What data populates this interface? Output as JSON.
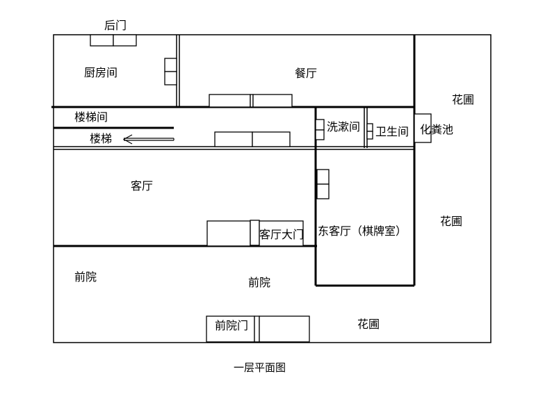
{
  "rooms": {
    "back_door": "后门",
    "kitchen": "厨房间",
    "dining": "餐厅",
    "garden_ne": "花圃",
    "stairwell": "楼梯间",
    "stairs": "楼梯",
    "washroom": "洗漱间",
    "toilet": "卫生间",
    "septic": "化粪池",
    "living": "客厅",
    "garden_e": "花圃",
    "living_door": "客厅大门",
    "east_living": "东客厅（棋牌室）",
    "front_yard_w": "前院",
    "front_yard": "前院",
    "front_gate": "前院门",
    "garden_s": "花圃"
  },
  "caption": "一层平面图"
}
